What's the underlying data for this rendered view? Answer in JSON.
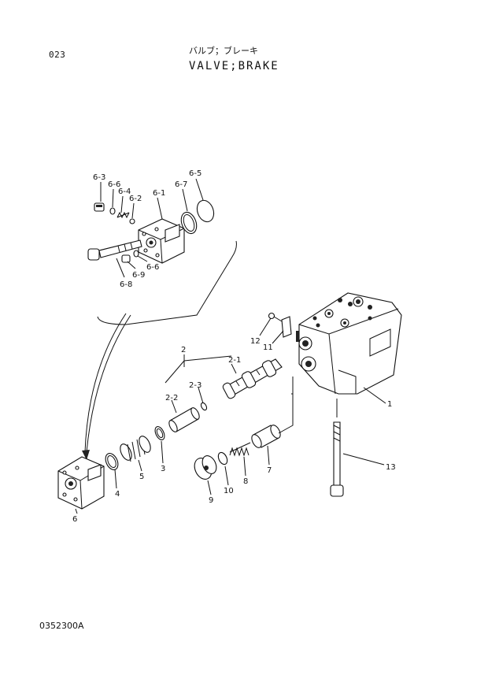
{
  "header": {
    "page_number": "023",
    "title_jp": "バルブ；ブレーキ",
    "title_en": "VALVE;BRAKE"
  },
  "footer": {
    "drawing_code": "0352300A"
  },
  "callouts": {
    "p6_3": "6-3",
    "p6_6a": "6-6",
    "p6_4": "6-4",
    "p6_2": "6-2",
    "p6_1": "6-1",
    "p6_7": "6-7",
    "p6_5": "6-5",
    "p6_8": "6-8",
    "p6_9": "6-9",
    "p6_6b": "6-6",
    "p2": "2",
    "p2_1": "2-1",
    "p2_2": "2-2",
    "p2_3": "2-3",
    "p12": "12",
    "p11": "11",
    "p1": "1",
    "p13": "13",
    "p6": "6",
    "p4": "4",
    "p5": "5",
    "p3": "3",
    "p9": "9",
    "p10": "10",
    "p8": "8",
    "p7": "7"
  }
}
